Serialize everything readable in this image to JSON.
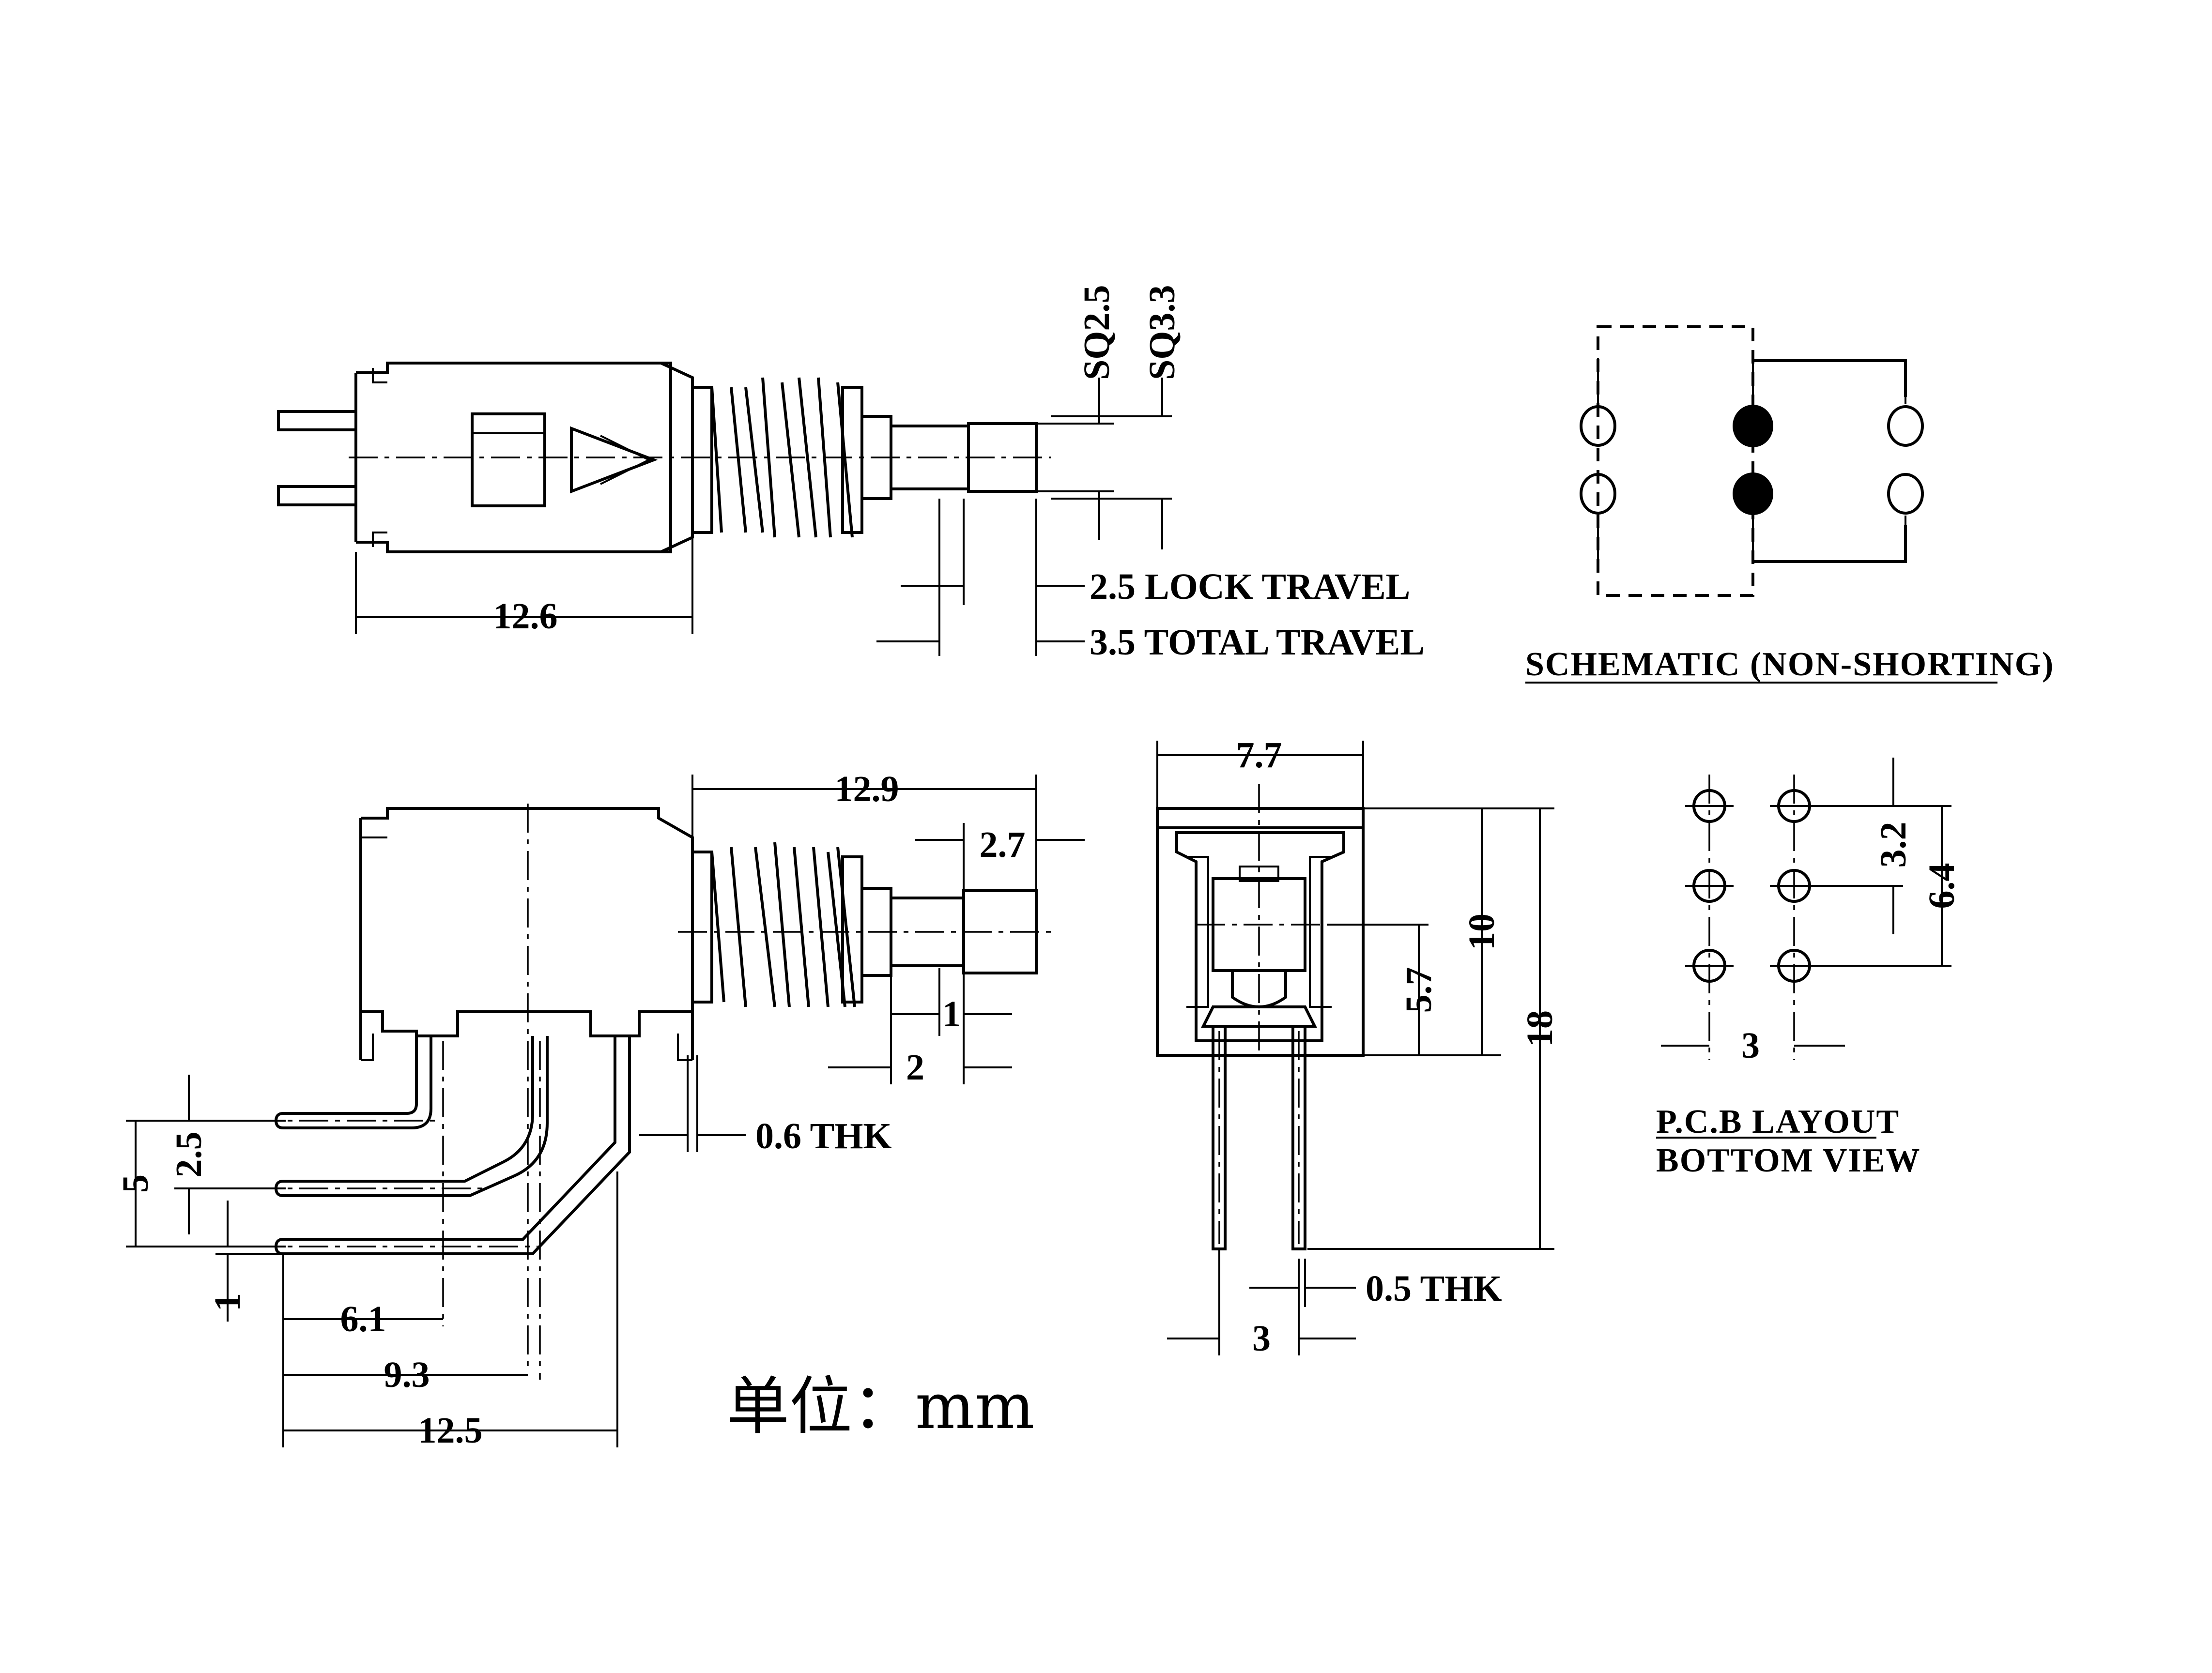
{
  "top_view": {
    "body_length": "12.6",
    "sq_small": "SQ2.5",
    "sq_large": "SQ3.3",
    "lock_travel": "2.5 LOCK TRAVEL",
    "total_travel": "3.5 TOTAL TRAVEL"
  },
  "schematic": {
    "caption": "SCHEMATIC (NON-SHORTING)"
  },
  "side_view": {
    "overall_length": "12.9",
    "button_length": "2.7",
    "dim_1": "1",
    "dim_2": "2",
    "thickness": "0.6 THK",
    "pin_pitch": "2.5",
    "pin_span": "5",
    "pin_offset": "1",
    "len_a": "6.1",
    "len_b": "9.3",
    "len_c": "12.5"
  },
  "front_view": {
    "width": "7.7",
    "body_height": "10",
    "total_height": "18",
    "center_height": "5.7",
    "thickness": "0.5 THK",
    "pin_pitch": "3"
  },
  "pcb": {
    "row_pitch": "3.2",
    "row_span": "6.4",
    "col_pitch": "3",
    "caption_1": "P.C.B LAYOUT",
    "caption_2": "BOTTOM VIEW"
  },
  "unit_label": "单位：mm"
}
